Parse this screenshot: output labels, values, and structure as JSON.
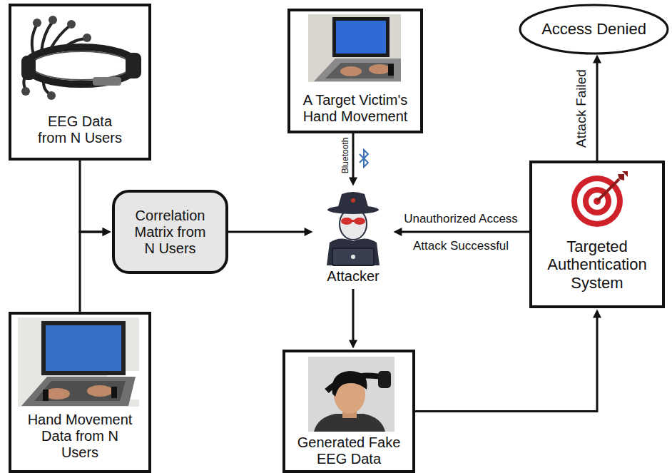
{
  "diagram": {
    "nodes": [
      {
        "text": [
          "EEG Data from N Users"
        ]
      },
      {
        "text": [
          "A Target Victim's Hand Movement"
        ]
      },
      {
        "text": [
          "Access Denied"
        ]
      },
      {
        "text": [
          "Correlation Matrix from N Users"
        ]
      },
      {
        "text": [
          "Attacker"
        ]
      },
      {
        "text": [
          "Targeted Authentication System"
        ]
      },
      {
        "text": [
          "Hand Movement Data from N Users"
        ]
      },
      {
        "text": [
          "Generated Fake EEG Data"
        ]
      }
    ],
    "edges": [
      {
        "from": 0,
        "to": 3,
        "arrow": "to"
      },
      {
        "from": 6,
        "to": 3,
        "arrow": "to"
      },
      {
        "from": 1,
        "to": 4,
        "label": "Bluetooth",
        "arrow": "to"
      },
      {
        "from": 3,
        "to": 4,
        "arrow": "to"
      },
      {
        "from": 5,
        "to": 4,
        "label": "Unauthorized Access",
        "arrow": "to"
      },
      {
        "from": 5,
        "to": 2,
        "label": "Attack Failed",
        "arrow": "to"
      },
      {
        "from": 4,
        "to": 7,
        "arrow": "to"
      },
      {
        "from": 7,
        "to": 5,
        "arrow": "to"
      }
    ],
    "labels": [
      "Attack Successful"
    ]
  }
}
